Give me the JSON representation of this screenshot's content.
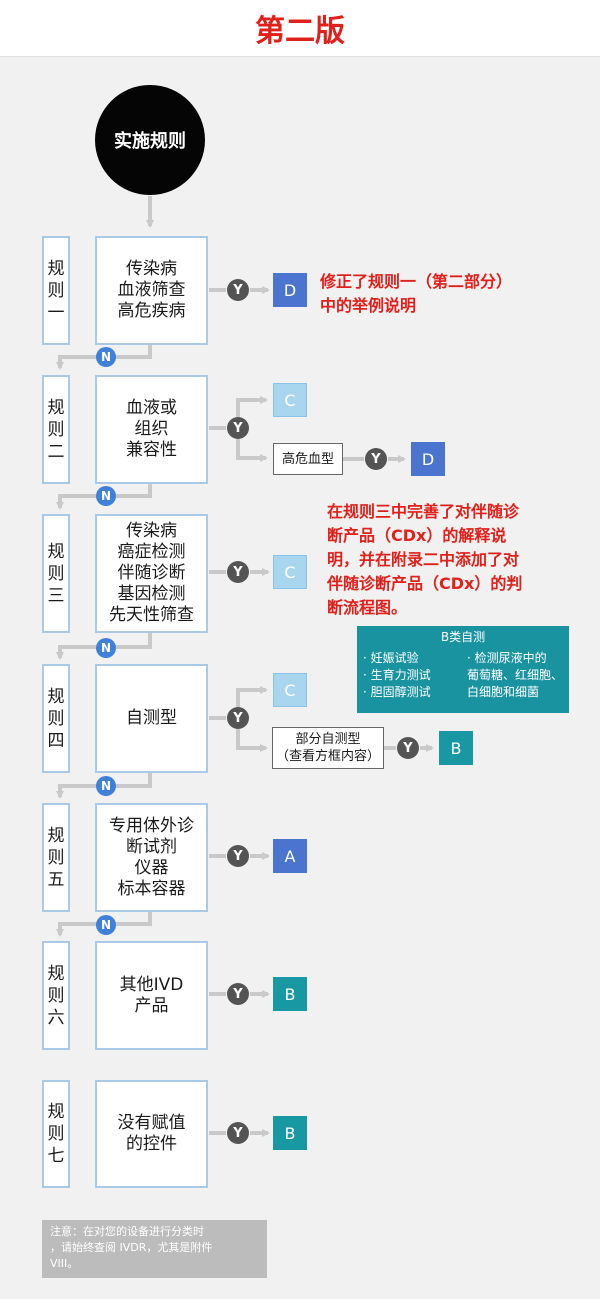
{
  "page_title": "第二版",
  "start_label": "实施规则",
  "colors": {
    "title_red": "#e0201b",
    "box_border": "#a9c9e6",
    "class_d": "#4b74cf",
    "class_c": "#a9d6ef",
    "class_b": "#1798a3",
    "yes_circle": "#545454",
    "no_circle": "#3f80d9",
    "b_self_test_box": "#1a93a1",
    "footer": "#bcbcbc"
  },
  "yes_label": "Y",
  "no_label": "N",
  "rules": [
    {
      "label_chars": [
        "规",
        "则",
        "一"
      ],
      "box_lines": [
        "传染病",
        "血液筛查",
        "高危疾病"
      ],
      "yes_class": "D"
    },
    {
      "label_chars": [
        "规",
        "则",
        "二"
      ],
      "box_lines": [
        "血液或",
        "组织",
        "兼容性"
      ],
      "yes_class": "C",
      "sub_label": [
        "高危血型"
      ],
      "sub_class": "D"
    },
    {
      "label_chars": [
        "规",
        "则",
        "三"
      ],
      "box_lines": [
        "传染病",
        "癌症检测",
        "伴随诊断",
        "基因检测",
        "先天性筛查"
      ],
      "yes_class": "C"
    },
    {
      "label_chars": [
        "规",
        "则",
        "四"
      ],
      "box_lines": [
        "自测型"
      ],
      "yes_class": "C",
      "sub_label": [
        "部分自测型",
        "（查看方框内容）"
      ],
      "sub_class": "B"
    },
    {
      "label_chars": [
        "规",
        "则",
        "五"
      ],
      "box_lines": [
        "专用体外诊",
        "断试剂",
        "仪器",
        "标本容器"
      ],
      "yes_class": "A"
    },
    {
      "label_chars": [
        "规",
        "则",
        "六"
      ],
      "box_lines": [
        "其他IVD",
        "产品"
      ],
      "yes_class": "B"
    },
    {
      "label_chars": [
        "规",
        "则",
        "七"
      ],
      "box_lines": [
        "没有赋值",
        "的控件"
      ],
      "yes_class": "B"
    }
  ],
  "notes": {
    "rule1": [
      "修正了规则一（第二部分）",
      "中的举例说明"
    ],
    "rule3": [
      "在规则三中完善了对伴随诊",
      "断产品（CDx）的解释说",
      "明，并在附录二中添加了对",
      "伴随诊断产品（CDx）的判",
      "断流程图。"
    ]
  },
  "b_self_test": {
    "title": "B类自测",
    "left_items": [
      "· 妊娠试验",
      "· 生育力测试",
      "· 胆固醇测试"
    ],
    "right_items": [
      "· 检测尿液中的",
      "葡萄糖、红细胞、",
      "白细胞和细菌"
    ]
  },
  "footer_note": [
    "注意：在对您的设备进行分类时",
    "，请始终查阅 IVDR，尤其是附件",
    "VIII。"
  ]
}
